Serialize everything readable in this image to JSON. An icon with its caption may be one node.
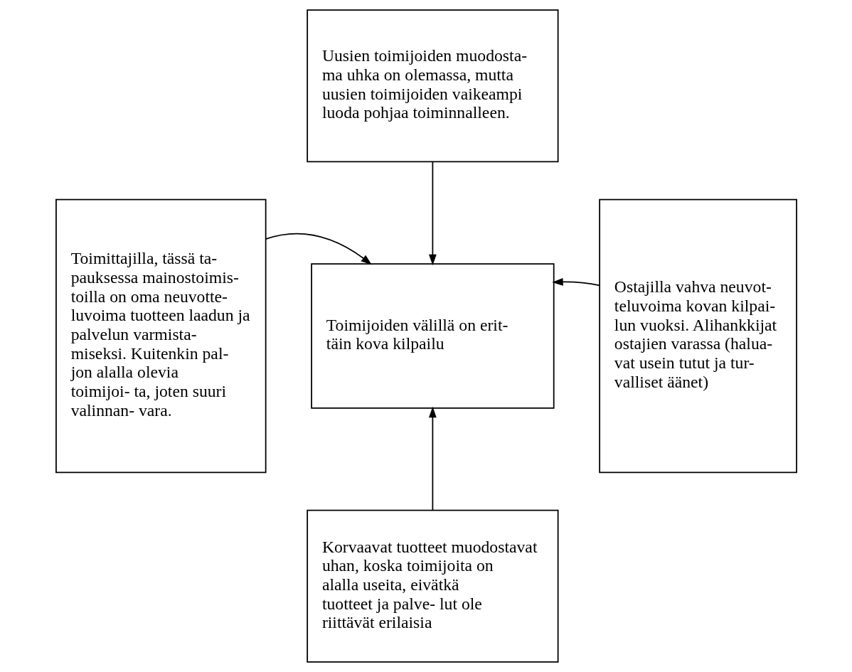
{
  "diagram": {
    "nodes": [
      {
        "text": [
          "Uusien toimijoiden muodosta- ma uhka on olemassa, mutta uusien toimijoiden vaikeampi luoda pohjaa toiminnalleen."
        ]
      },
      {
        "text": [
          "Toimittajilla, tässä ta- pauksessa mainostoimis- toilla on oma neuvotte- luvoima tuotteen laadun ja palvelun varmista- miseksi. Kuitenkin pal- jon alalla olevia toimijoi- ta, joten suuri valinnan- vara."
        ]
      },
      {
        "text": [
          "Ostajilla vahva neuvot- teluvoima kovan kilpai- lun vuoksi. Alihankkijat ostajien varassa (halua- vat usein tutut ja tur- valliset äänet)"
        ]
      },
      {
        "text": [
          "Toimijoiden välillä on erit- täin kova kilpailu"
        ]
      },
      {
        "text": [
          "Korvaavat tuotteet muodostavat uhan, koska toimijoita on alalla useita, eivätkä tuotteet ja palve- lut ole riittävät erilaisia"
        ]
      }
    ],
    "edges": [
      {
        "from": 0,
        "to": 3,
        "arrow": "to"
      },
      {
        "from": 1,
        "to": 3,
        "arrow": "to"
      },
      {
        "from": 2,
        "to": 3,
        "arrow": "to"
      },
      {
        "from": 4,
        "to": 3,
        "arrow": "to"
      }
    ]
  }
}
